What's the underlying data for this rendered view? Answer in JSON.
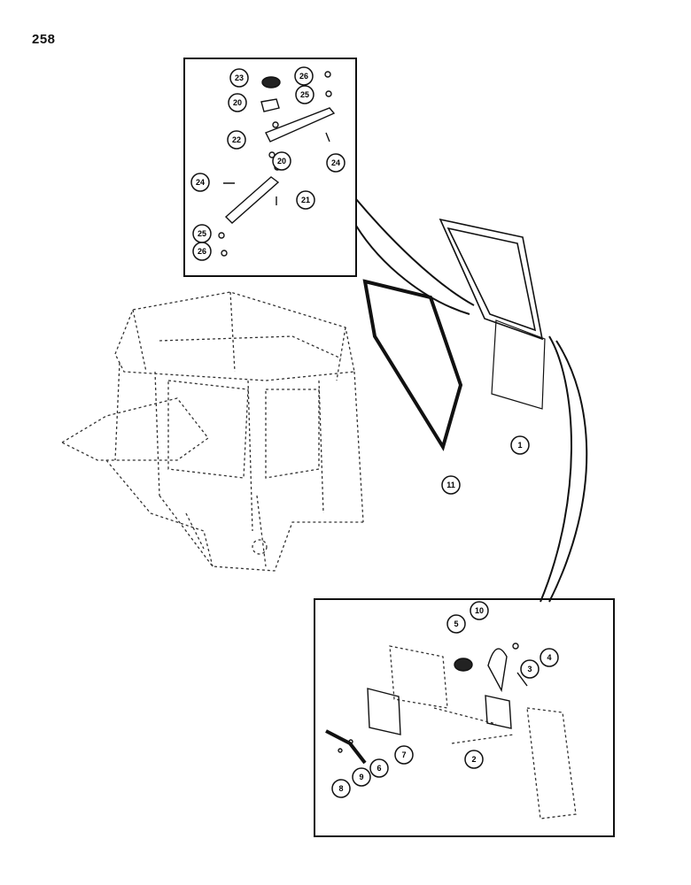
{
  "page_number": "258",
  "callouts": [
    {
      "label": "1"
    },
    {
      "label": "2"
    },
    {
      "label": "3"
    },
    {
      "label": "4"
    },
    {
      "label": "5"
    },
    {
      "label": "6"
    },
    {
      "label": "7"
    },
    {
      "label": "8"
    },
    {
      "label": "9"
    },
    {
      "label": "10"
    },
    {
      "label": "11"
    },
    {
      "label": "20"
    },
    {
      "label": "20"
    },
    {
      "label": "21"
    },
    {
      "label": "22"
    },
    {
      "label": "23"
    },
    {
      "label": "24"
    },
    {
      "label": "24"
    },
    {
      "label": "25"
    },
    {
      "label": "25"
    },
    {
      "label": "26"
    },
    {
      "label": "26"
    }
  ]
}
